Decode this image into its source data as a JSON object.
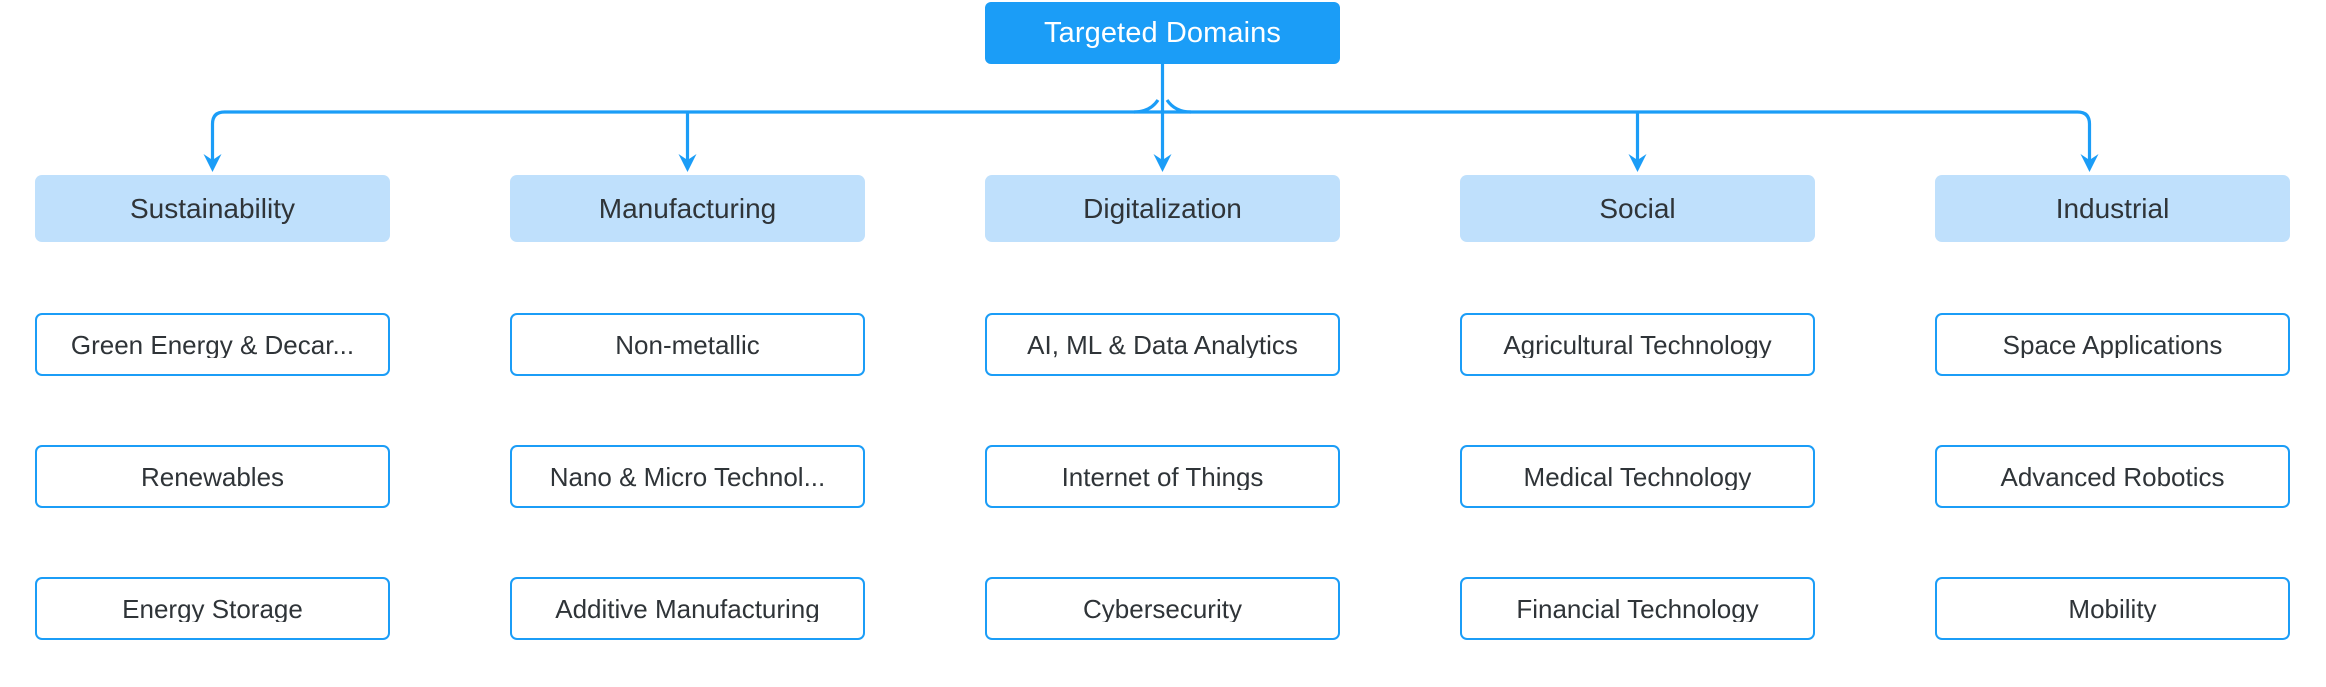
{
  "diagram": {
    "type": "tree",
    "title": "Targeted Domains",
    "root": {
      "label": "Targeted Domains",
      "fill_color": "#1b9df7",
      "text_color": "#ffffff"
    },
    "style": {
      "connector_color": "#1b9df7",
      "category_fill": "#bfe0fc",
      "item_border": "#1b9df7",
      "item_fill": "#ffffff",
      "text_color": "#2f3438",
      "background": "#ffffff"
    },
    "columns": [
      {
        "category": "Sustainability",
        "items": [
          "Green Energy & Decar...",
          "Renewables",
          "Energy Storage"
        ]
      },
      {
        "category": "Manufacturing",
        "items": [
          "Non-metallic",
          "Nano & Micro Technol...",
          "Additive Manufacturing"
        ]
      },
      {
        "category": "Digitalization",
        "items": [
          "AI, ML & Data Analytics",
          "Internet of Things",
          "Cybersecurity"
        ]
      },
      {
        "category": "Social",
        "items": [
          "Agricultural Technology",
          "Medical Technology",
          "Financial Technology"
        ]
      },
      {
        "category": "Industrial",
        "items": [
          "Space Applications",
          "Advanced Robotics",
          "Mobility"
        ]
      }
    ]
  }
}
